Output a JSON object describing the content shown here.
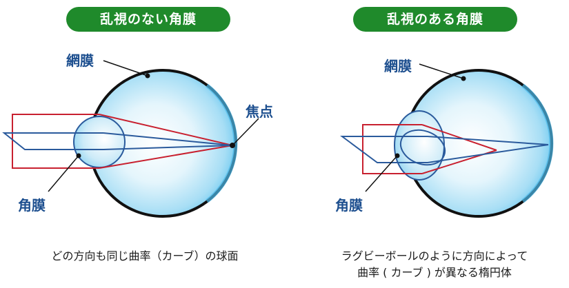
{
  "left": {
    "title": "乱視のない角膜",
    "retina_label": "網膜",
    "cornea_label": "角膜",
    "focus_label": "焦点",
    "caption": "どの方向も同じ曲率（カーブ）の球面"
  },
  "right": {
    "title": "乱視のある角膜",
    "retina_label": "網膜",
    "cornea_label": "角膜",
    "caption_line1": "ラグビーボールのように方向によって",
    "caption_line2": "曲率 ( カーブ ) が異なる楕円体"
  },
  "colors": {
    "title_bg": "#1f8a2b",
    "label_text": "#1d4f8f",
    "eye_fill_light": "#eaf7fd",
    "eye_fill_dark": "#6ccaf0",
    "red_ray": "#c8202f",
    "blue_ray": "#2a5a9c"
  }
}
